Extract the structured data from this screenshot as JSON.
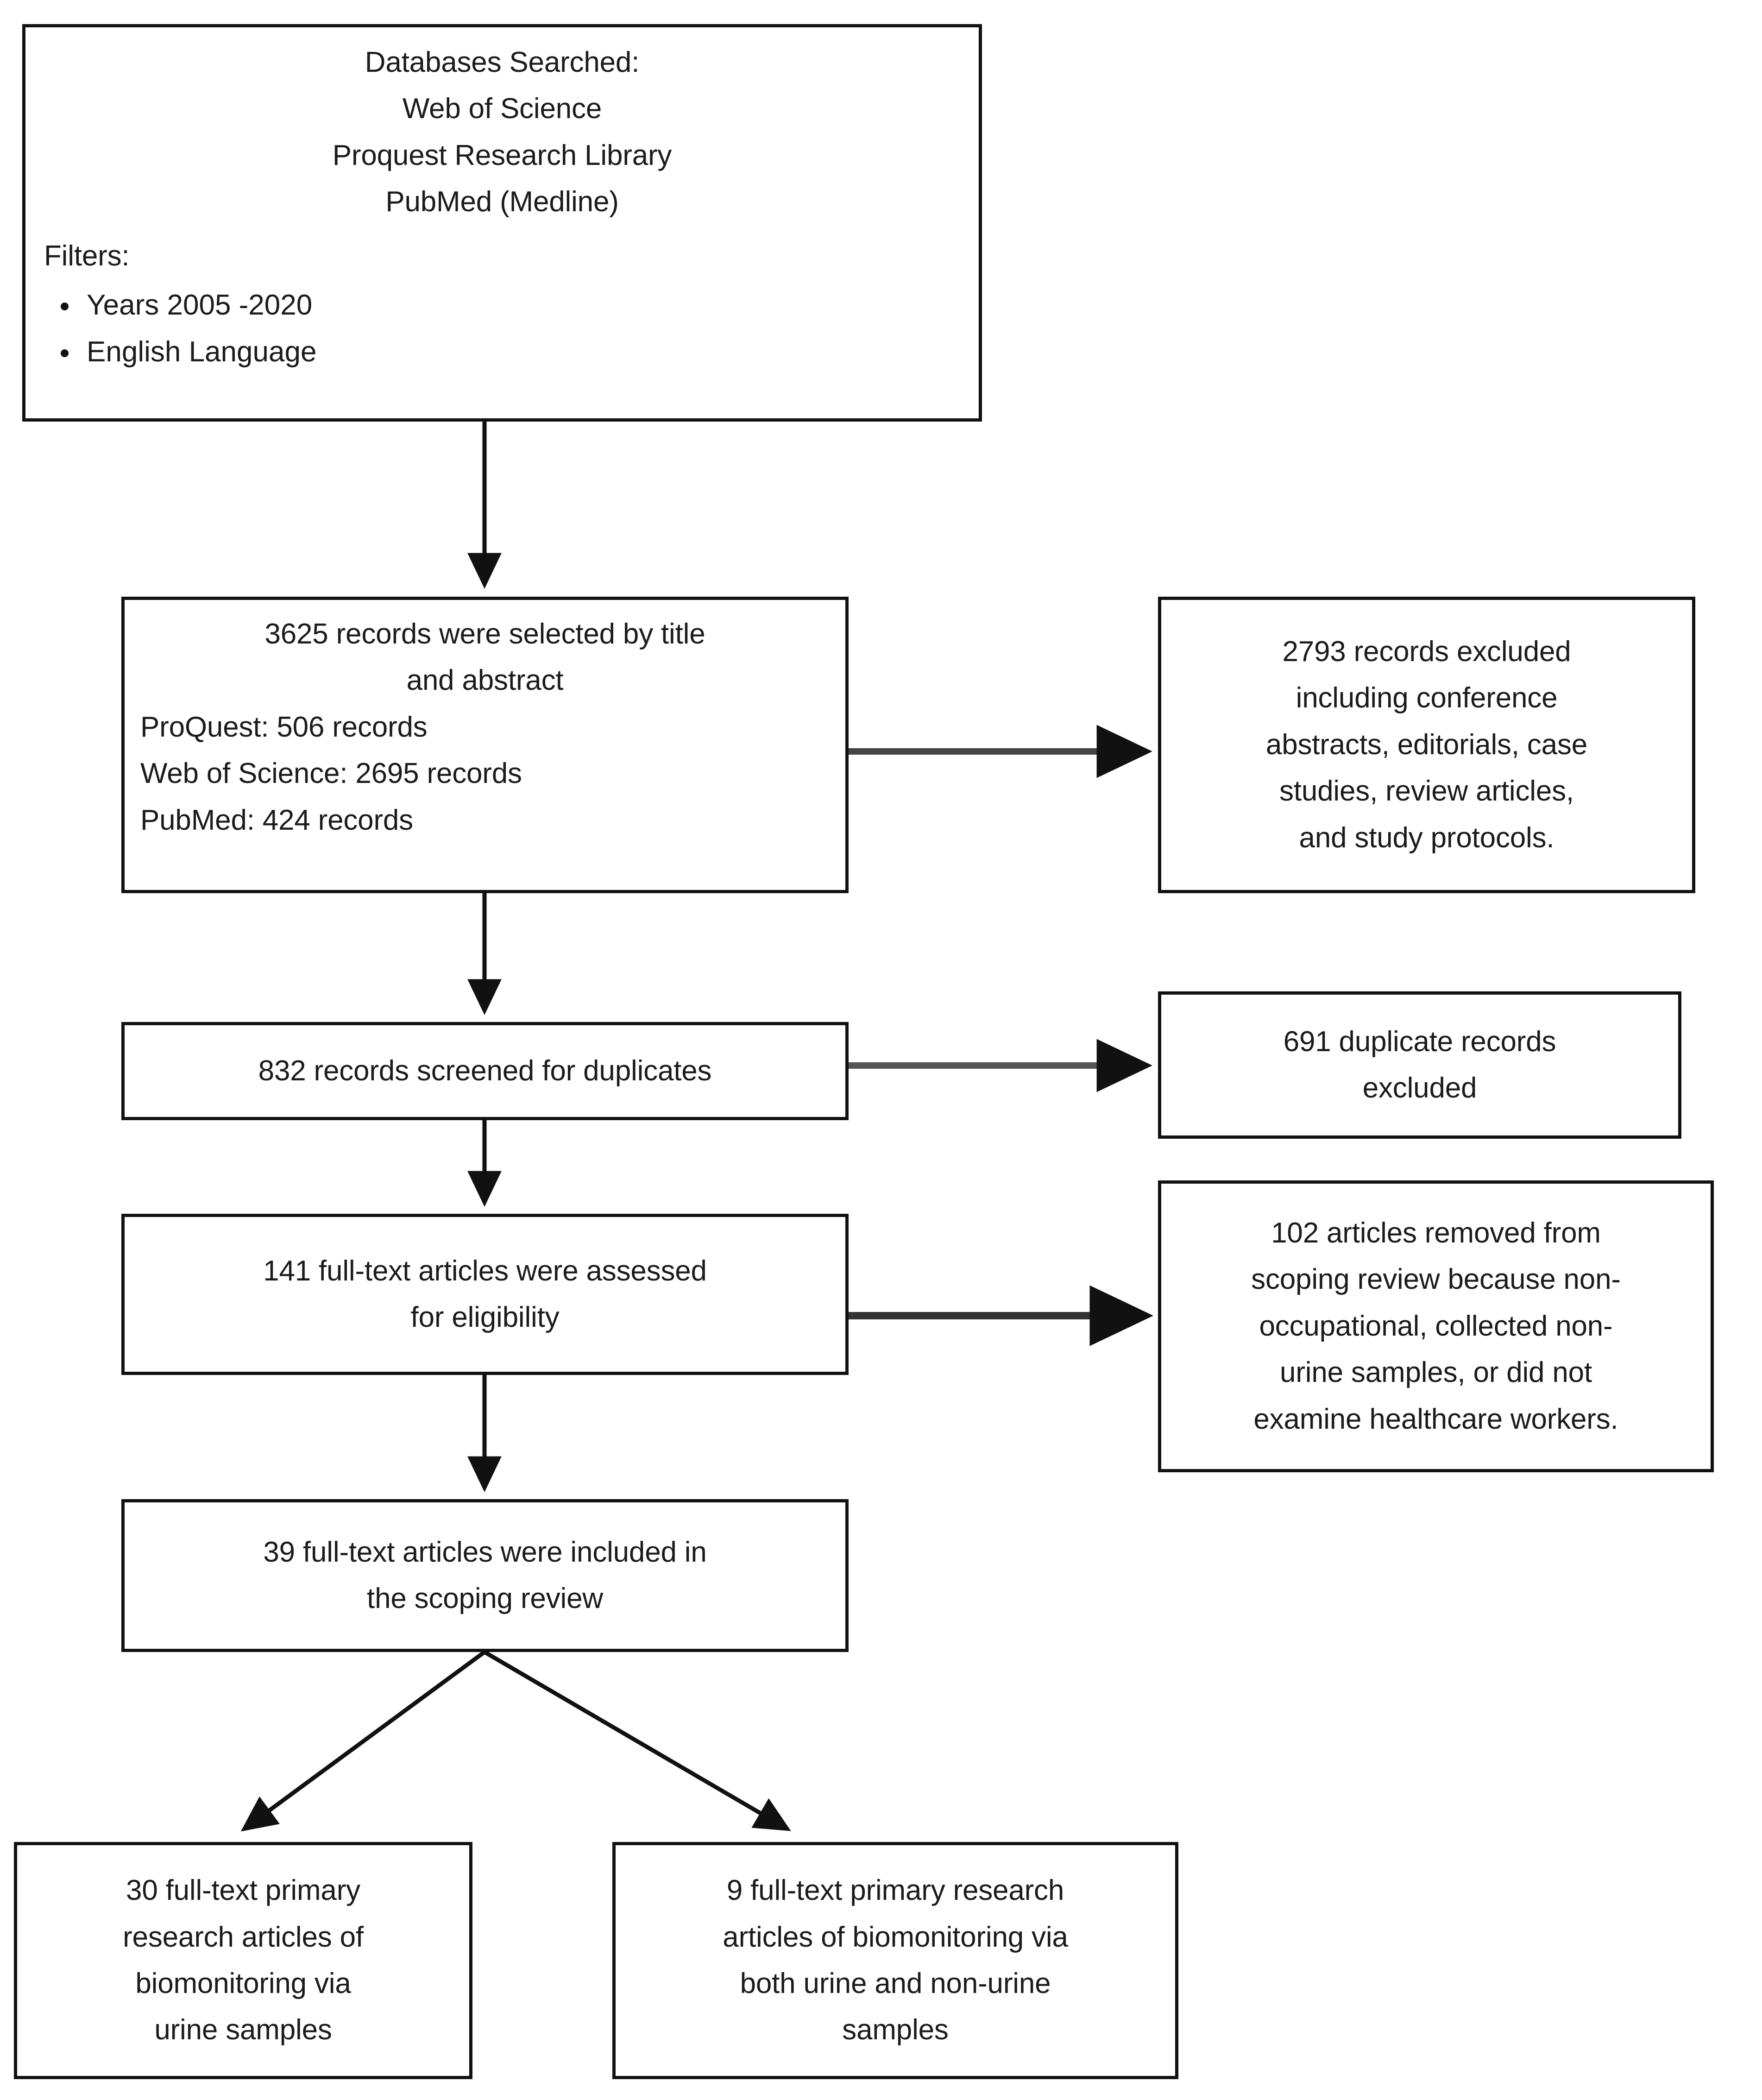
{
  "diagram": {
    "type": "prisma-flow-diagram",
    "title": "Scoping review literature search flow",
    "colors": {
      "box_border": "#111111",
      "text": "#1b1b1b",
      "connector": "#111111",
      "background": "#ffffff"
    }
  },
  "nodes": {
    "databases": {
      "header_lines": [
        "Databases Searched:",
        "Web of Science",
        "Proquest Research Library",
        "PubMed (Medline)"
      ],
      "filters_label": "Filters:",
      "filters": [
        "Years 2005 -2020",
        "English Language"
      ]
    },
    "selected": {
      "headline_lines": [
        "3625 records were selected by title",
        "and abstract"
      ],
      "counts": [
        "ProQuest: 506 records",
        "Web of Science: 2695 records",
        "PubMed: 424 records"
      ]
    },
    "excluded_2793": {
      "lines": [
        "2793 records excluded",
        "including conference",
        "abstracts, editorials, case",
        "studies, review articles,",
        "and study protocols."
      ]
    },
    "screened": {
      "lines": [
        "832 records screened for duplicates"
      ]
    },
    "duplicates": {
      "lines": [
        "691 duplicate records",
        "excluded"
      ]
    },
    "assessed": {
      "lines": [
        "141 full-text articles were assessed",
        "for eligibility"
      ]
    },
    "removed_102": {
      "lines": [
        "102 articles removed from",
        "scoping review because non-",
        "occupational, collected non-",
        "urine samples, or did not",
        "examine healthcare workers."
      ]
    },
    "included": {
      "lines": [
        "39 full-text articles were included in",
        "the scoping review"
      ]
    },
    "urine": {
      "lines": [
        "30 full-text primary",
        "research articles of",
        "biomonitoring via",
        "urine samples"
      ]
    },
    "both": {
      "lines": [
        "9 full-text primary research",
        "articles of biomonitoring via",
        "both urine and non-urine",
        "samples"
      ]
    }
  },
  "chart_data": {
    "type": "flowchart",
    "title": "PRISMA scoping review selection flow",
    "stages": [
      {
        "id": "databases",
        "label": "Databases Searched: Web of Science, Proquest Research Library, PubMed (Medline)",
        "count": null
      },
      {
        "id": "selected",
        "label": "records were selected by title and abstract",
        "count": 3625
      },
      {
        "id": "excluded_2793",
        "label": "records excluded including conference abstracts, editorials, case studies, review articles, and study protocols.",
        "count": 2793
      },
      {
        "id": "screened",
        "label": "records screened for duplicates",
        "count": 832
      },
      {
        "id": "duplicates",
        "label": "duplicate records excluded",
        "count": 691
      },
      {
        "id": "assessed",
        "label": "full-text articles were assessed for eligibility",
        "count": 141
      },
      {
        "id": "removed_102",
        "label": "articles removed from scoping review because non-occupational, collected non-urine samples, or did not examine healthcare workers.",
        "count": 102
      },
      {
        "id": "included",
        "label": "full-text articles were included in the scoping review",
        "count": 39
      },
      {
        "id": "urine",
        "label": "full-text primary research articles of biomonitoring via urine samples",
        "count": 30
      },
      {
        "id": "both",
        "label": "full-text primary research articles of biomonitoring via both urine and non-urine samples",
        "count": 9
      }
    ],
    "source_counts": {
      "ProQuest": 506,
      "Web of Science": 2695,
      "PubMed": 424
    },
    "filters": {
      "years": "2005 -2020",
      "language": "English"
    },
    "edges": [
      {
        "from": "databases",
        "to": "selected",
        "direction": "down"
      },
      {
        "from": "selected",
        "to": "excluded_2793",
        "direction": "right"
      },
      {
        "from": "selected",
        "to": "screened",
        "direction": "down"
      },
      {
        "from": "screened",
        "to": "duplicates",
        "direction": "right"
      },
      {
        "from": "screened",
        "to": "assessed",
        "direction": "down"
      },
      {
        "from": "assessed",
        "to": "removed_102",
        "direction": "right"
      },
      {
        "from": "assessed",
        "to": "included",
        "direction": "down"
      },
      {
        "from": "included",
        "to": "urine",
        "direction": "down-left"
      },
      {
        "from": "included",
        "to": "both",
        "direction": "down-right"
      }
    ]
  }
}
